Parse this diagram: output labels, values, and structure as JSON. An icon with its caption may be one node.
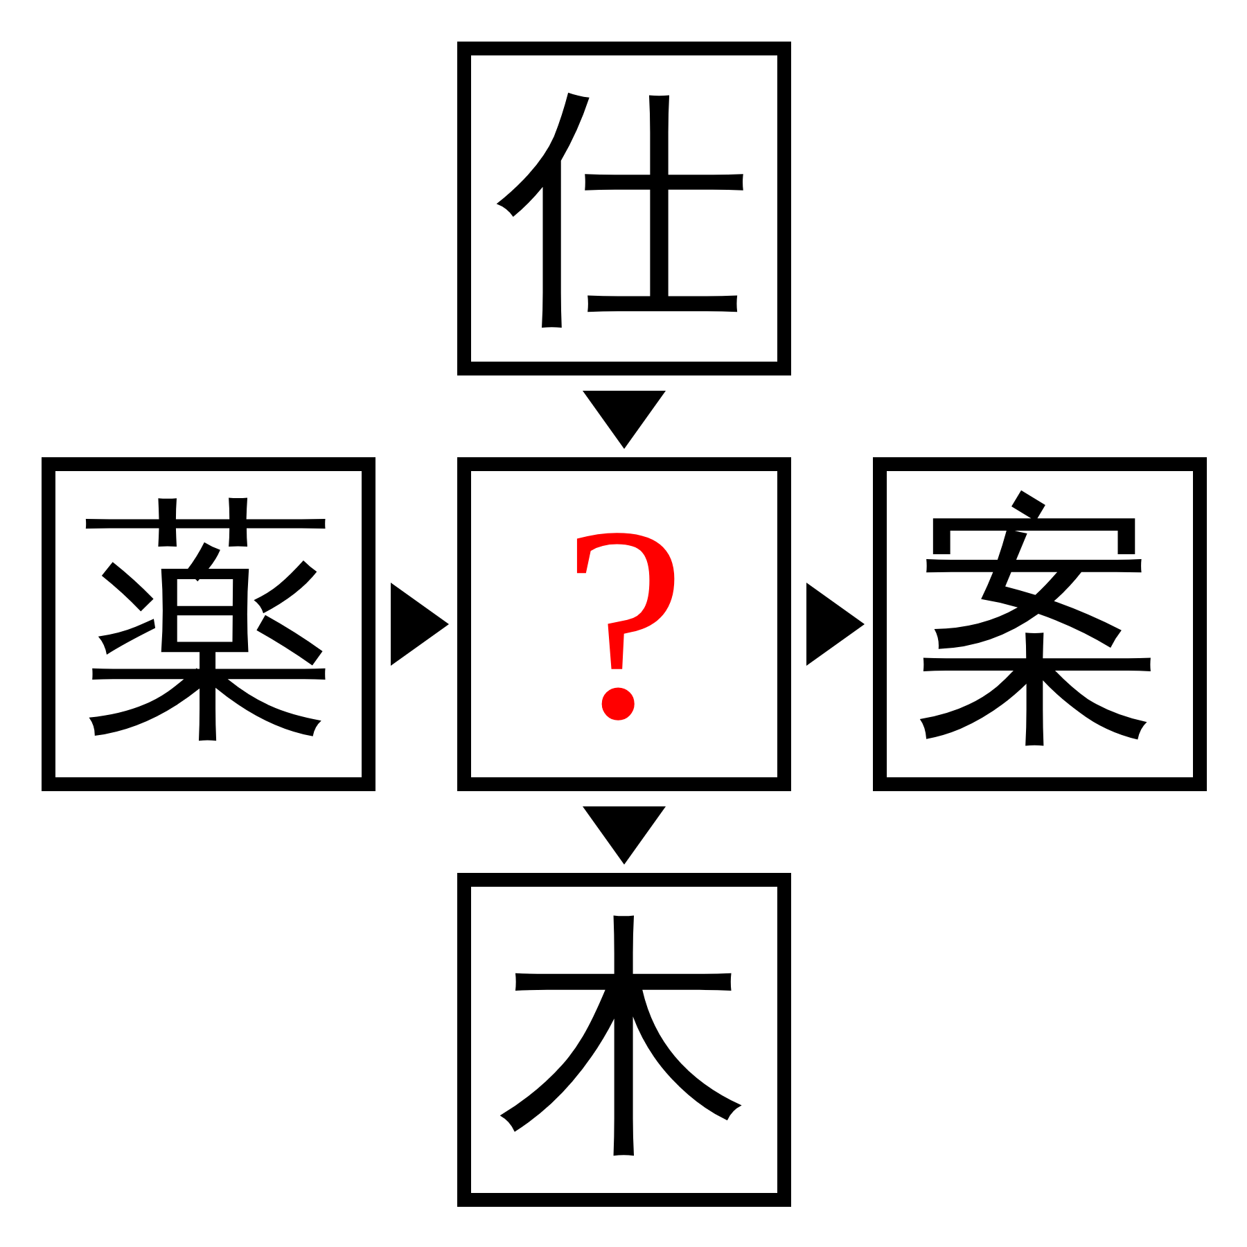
{
  "diagram": {
    "nodes": [
      {
        "text": [
          "仕"
        ]
      },
      {
        "text": [
          "薬"
        ]
      },
      {
        "text": [
          "?"
        ]
      },
      {
        "text": [
          "案"
        ]
      },
      {
        "text": [
          "木"
        ]
      }
    ],
    "edges": [
      {
        "from": 0,
        "to": 2,
        "arrow": "to"
      },
      {
        "from": 1,
        "to": 2,
        "arrow": "to"
      },
      {
        "from": 2,
        "to": 3,
        "arrow": "to"
      },
      {
        "from": 2,
        "to": 4,
        "arrow": "to"
      }
    ]
  }
}
